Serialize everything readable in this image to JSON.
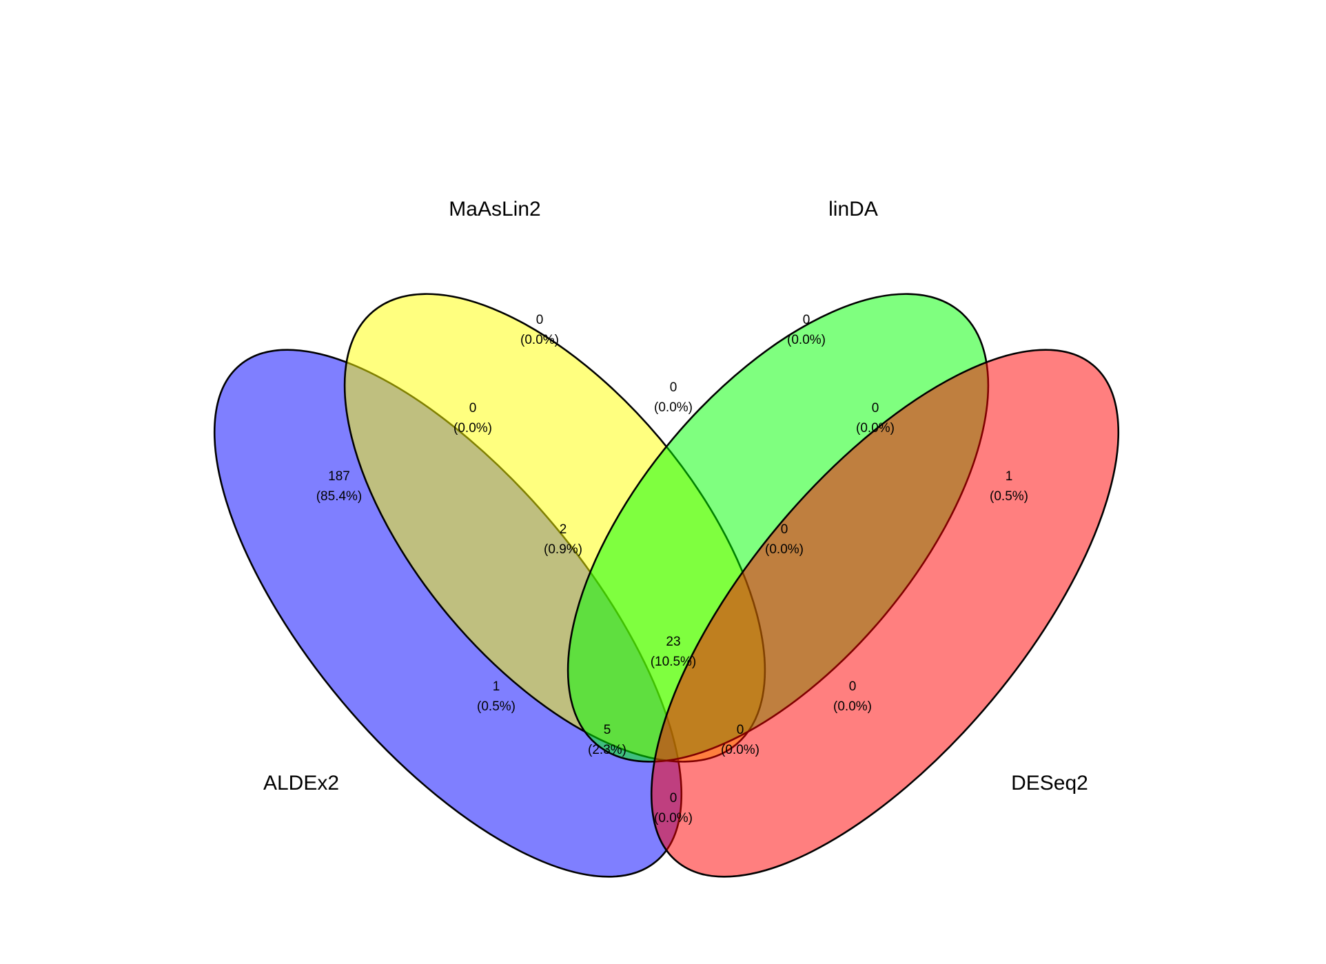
{
  "sets": [
    {
      "key": "A",
      "name": "ALDEx2",
      "color": "#0000FF"
    },
    {
      "key": "B",
      "name": "MaAsLin2",
      "color": "#FFFF00"
    },
    {
      "key": "C",
      "name": "linDA",
      "color": "#00FF00"
    },
    {
      "key": "D",
      "name": "DESeq2",
      "color": "#FF0000"
    }
  ],
  "fill_opacity": 0.5,
  "regions": [
    {
      "sets": [
        "A"
      ],
      "count": "187",
      "percent": "(85.4%)"
    },
    {
      "sets": [
        "B"
      ],
      "count": "0",
      "percent": "(0.0%)"
    },
    {
      "sets": [
        "C"
      ],
      "count": "0",
      "percent": "(0.0%)"
    },
    {
      "sets": [
        "D"
      ],
      "count": "1",
      "percent": "(0.5%)"
    },
    {
      "sets": [
        "A",
        "B"
      ],
      "count": "0",
      "percent": "(0.0%)"
    },
    {
      "sets": [
        "B",
        "C"
      ],
      "count": "0",
      "percent": "(0.0%)"
    },
    {
      "sets": [
        "C",
        "D"
      ],
      "count": "0",
      "percent": "(0.0%)"
    },
    {
      "sets": [
        "A",
        "B",
        "C"
      ],
      "count": "2",
      "percent": "(0.9%)"
    },
    {
      "sets": [
        "B",
        "C",
        "D"
      ],
      "count": "0",
      "percent": "(0.0%)"
    },
    {
      "sets": [
        "A",
        "C"
      ],
      "count": "1",
      "percent": "(0.5%)"
    },
    {
      "sets": [
        "A",
        "B",
        "C",
        "D"
      ],
      "count": "23",
      "percent": "(10.5%)"
    },
    {
      "sets": [
        "B",
        "D"
      ],
      "count": "0",
      "percent": "(0.0%)"
    },
    {
      "sets": [
        "A",
        "C",
        "D"
      ],
      "count": "5",
      "percent": "(2.3%)"
    },
    {
      "sets": [
        "A",
        "B",
        "D"
      ],
      "count": "0",
      "percent": "(0.0%)"
    },
    {
      "sets": [
        "A",
        "D"
      ],
      "count": "0",
      "percent": "(0.0%)"
    }
  ]
}
